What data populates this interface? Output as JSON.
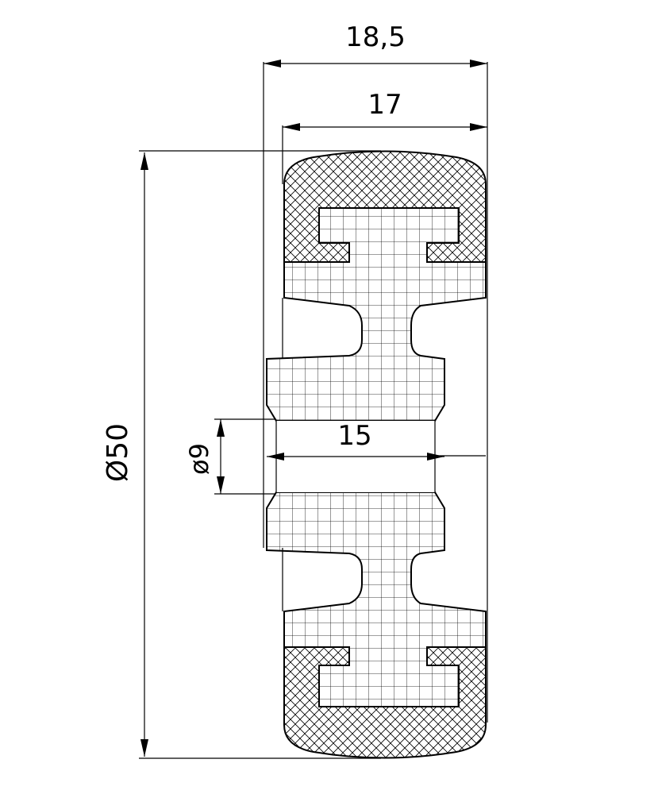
{
  "dimensions": {
    "overall_width": "18,5",
    "tread_width": "17",
    "bore_length": "15",
    "bore_diameter": "ø9",
    "outer_diameter": "Ø50"
  },
  "colors": {
    "stroke": "#000000",
    "background": "#ffffff"
  }
}
